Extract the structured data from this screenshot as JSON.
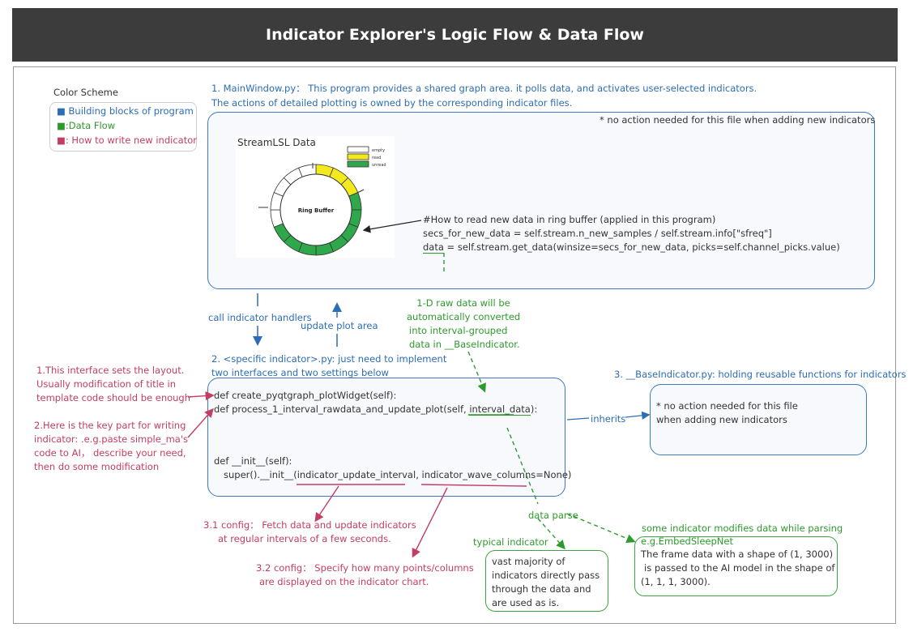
{
  "title": "Indicator Explorer's Logic Flow & Data Flow",
  "legend": {
    "heading": "Color Scheme",
    "items": [
      {
        "marker": "■",
        "text": "Building blocks of program",
        "color": "#2c6db5"
      },
      {
        "marker": "■",
        "text": ":Data Flow",
        "color": "#2e9a2e"
      },
      {
        "marker": "■",
        "text": ": How to write new indicator",
        "color": "#c43d63"
      }
    ]
  },
  "mainwindow": {
    "desc_line1": "1. MainWindow.py： This program provides a shared graph area. it polls data, and activates user-selected indicators.",
    "desc_line2": "The actions of detailed plotting is owned by the corresponding indicator files.",
    "note": "* no action needed for this file when adding new indicators",
    "image_title": "StreamLSL Data",
    "ring_label": "Ring Buffer",
    "ring_legend": [
      "empty",
      "read",
      "unread"
    ],
    "code_comment": "#How to read new data in ring buffer  (applied in this program)",
    "code_line1": "secs_for_new_data = self.stream.n_new_samples / self.stream.info[\"sfreq\"]",
    "code_line2_var": "data",
    "code_line2_rest": " = self.stream.get_data(winsize=secs_for_new_data, picks=self.channel_picks.value)"
  },
  "arrows": {
    "call_handlers": "call indicator handlers",
    "update_plot": "update plot area",
    "inherits": "inherits",
    "data_parse": "data parse"
  },
  "conversion_note": [
    "1-D raw data will be",
    "automatically converted",
    "into interval-grouped",
    "data in __BaseIndicator."
  ],
  "specific": {
    "desc_line1": "2. <specific indicator>.py: just need to implement",
    "desc_line2": "two interfaces and two settings below",
    "code1": "def create_pyqtgraph_plotWidget(self):",
    "code2_pre": "def process_1_interval_rawdata_and_update_plot(self, ",
    "code2_arg": "interval_data",
    "code2_post": "):",
    "code3": "def __init__(self):",
    "code4_pre": "super().__init__(",
    "code4_arg1": "indicator_update_interval",
    "code4_mid": ", ",
    "code4_arg2": "indicator_wave_columns",
    "code4_post": "=None)"
  },
  "base": {
    "desc": "3. __BaseIndicator.py: holding reusable functions for indicators",
    "note_line1": "* no action needed for this file",
    "note_line2": "when adding new indicators"
  },
  "red_notes": {
    "note1": [
      "1.This interface sets the layout.",
      "Usually modification of title in",
      "template code should be enough"
    ],
    "note2": [
      "2.Here is the key part for writing",
      "indicator: .e.g.paste simple_ma's",
      "code to AI， describe your need,",
      "then do some modification"
    ],
    "config1": [
      "3.1 config： Fetch data and update indicators",
      "at regular intervals of a few seconds."
    ],
    "config2": [
      "3.2 config： Specify how many points/columns",
      "are displayed on the indicator chart."
    ]
  },
  "typical": {
    "label": "typical indicator",
    "lines": [
      "vast majority of",
      "indicators directly pass",
      "through the data and",
      "are used as is."
    ]
  },
  "modifies": {
    "label1": "some indicator modifies data while parsing",
    "label2": "e.g.EmbedSleepNet",
    "lines": [
      "The frame data with a shape of (1, 3000)",
      "is passed to the AI model in the shape of",
      "(1, 1, 1, 3000)."
    ]
  }
}
